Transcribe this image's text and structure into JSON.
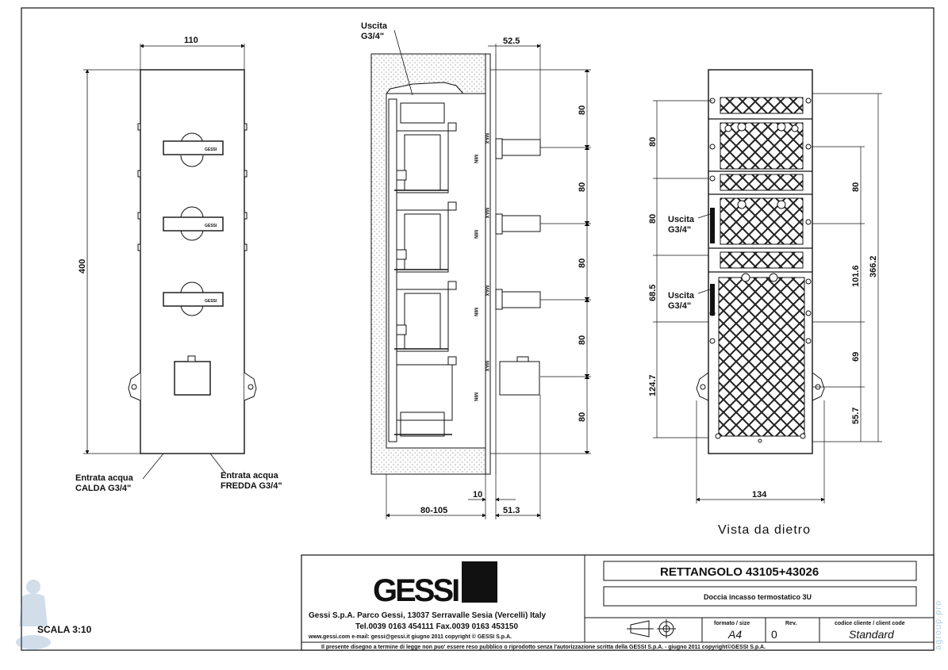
{
  "drawing": {
    "front": {
      "width_dim": "110",
      "height_dim": "400",
      "hot_inlet": [
        "Entrata acqua",
        "CALDA G3/4\""
      ],
      "cold_inlet": [
        "Entrata acqua",
        "FREDDA G3/4\""
      ],
      "handle_label": "GESSI"
    },
    "side": {
      "outlet": [
        "Uscita",
        "G3/4\""
      ],
      "top_dim": "52.5",
      "spacings": [
        "80",
        "80",
        "80",
        "80",
        "80"
      ],
      "wall_depth": "80-105",
      "plate_dim": "10",
      "projection": "51.3",
      "max_label": "MAX",
      "min_label": "MIN"
    },
    "back": {
      "title": "Vista da dietro",
      "left_dims": [
        "80",
        "80",
        "68.5",
        "124.7"
      ],
      "right_dims": [
        "80",
        "101.6",
        "69",
        "55.7"
      ],
      "overall_dim": "366.2",
      "width_dim": "134",
      "outlet1": [
        "Uscita",
        "G3/4\""
      ],
      "outlet2": [
        "Uscita",
        "G3/4\""
      ]
    }
  },
  "scale": "SCALA  3:10",
  "titleblock": {
    "logo": "GESSI",
    "company": "Gessi S.p.A. Parco Gessi, 13037 Serravalle Sesia (Vercelli) Italy",
    "contacts": "Tel.0039  0163  454111  Fax.0039  0163  453150",
    "web": "www.gessi.com  e-mail: gessi@gessi.it    giugno  2011    copyright © GESSI  S.p.A.",
    "product_title": "RETTANGOLO  43105+43026",
    "product_sub": "Doccia incasso termostatico 3U",
    "format_label": "formato / size",
    "format_value": "A4",
    "rev_label": "Rev.",
    "rev_value": "0",
    "client_label": "codice cliente / client code",
    "client_value": "Standard",
    "notice": "Il presente disegno a termine di legge non puo' essere reso pubblico o riprodotto senza l'autorizzazione scritta della GESSI S.p.A. - giugno 2011  copyright©GESSI S.p.A."
  },
  "watermark": "agroup.pro"
}
